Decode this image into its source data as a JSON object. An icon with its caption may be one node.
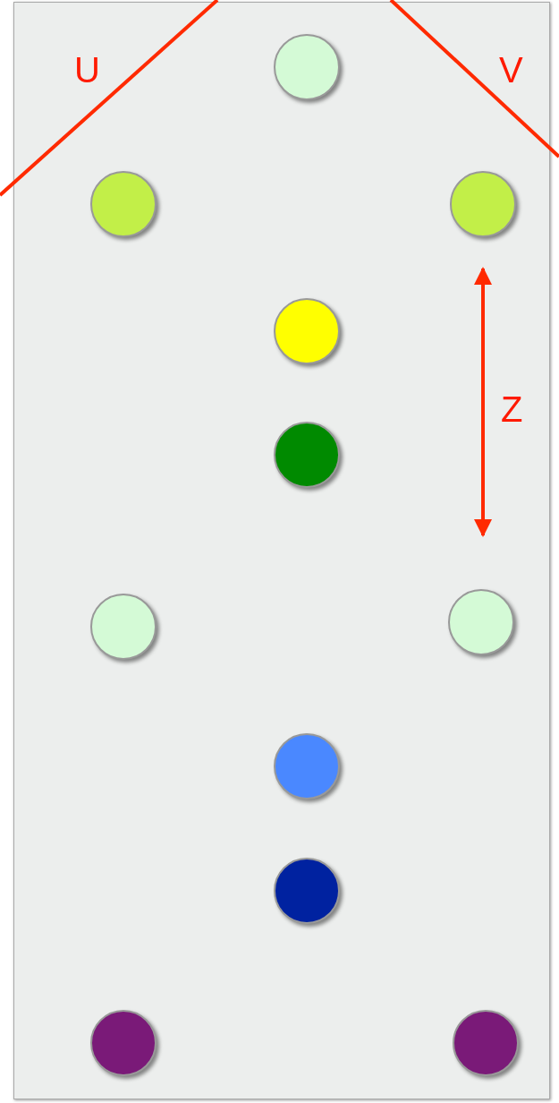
{
  "diagram": {
    "nodes": [
      {
        "text": [],
        "shape": "circle"
      },
      {
        "text": [],
        "shape": "circle"
      },
      {
        "text": [],
        "shape": "circle"
      },
      {
        "text": [],
        "shape": "circle"
      },
      {
        "text": [],
        "shape": "circle"
      },
      {
        "text": [],
        "shape": "circle"
      },
      {
        "text": [],
        "shape": "circle"
      },
      {
        "text": [],
        "shape": "circle"
      },
      {
        "text": [],
        "shape": "circle"
      },
      {
        "text": [],
        "shape": "circle"
      },
      {
        "text": [],
        "shape": "circle"
      }
    ],
    "labels": [
      "U",
      "V",
      "Z"
    ]
  }
}
